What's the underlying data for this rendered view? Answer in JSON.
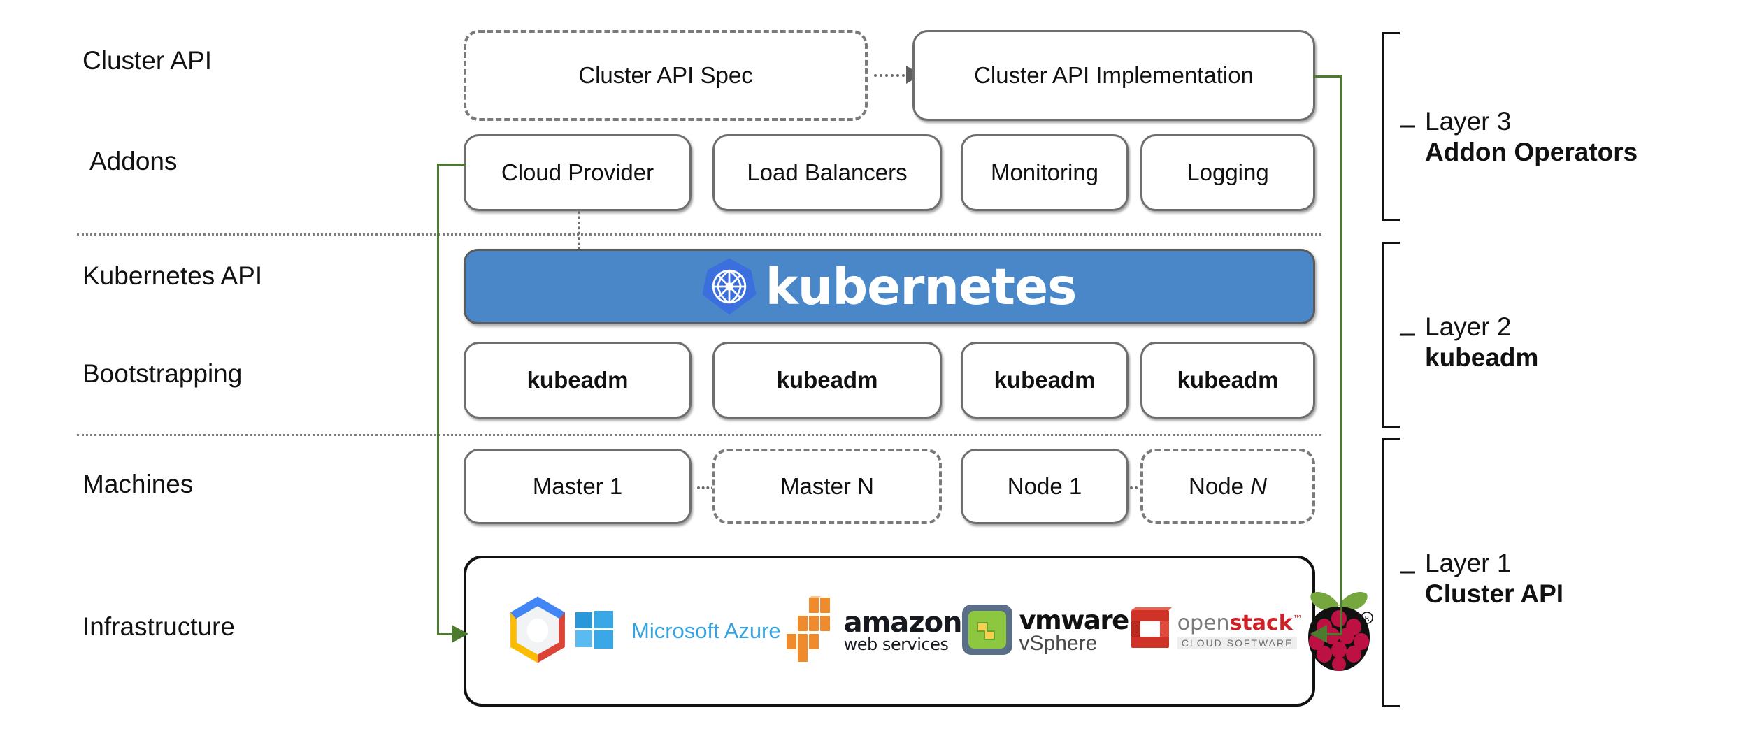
{
  "diagram": {
    "title": "Cluster API layered architecture",
    "colors": {
      "kubernetes_blue": "#4a87c8",
      "kubernetes_logo_blue": "#3b6fdd",
      "arrow_green": "#4c7a2e",
      "box_border_gray": "#6e6e6e",
      "separator_gray": "#7d7d7d"
    }
  },
  "row_labels": [
    {
      "id": "cluster-api",
      "text": "Cluster API"
    },
    {
      "id": "addons",
      "text": "Addons"
    },
    {
      "id": "kubernetes-api",
      "text": "Kubernetes API"
    },
    {
      "id": "bootstrapping",
      "text": "Bootstrapping"
    },
    {
      "id": "machines",
      "text": "Machines"
    },
    {
      "id": "infrastructure",
      "text": "Infrastructure"
    }
  ],
  "cluster_api_row": {
    "spec": {
      "label": "Cluster API Spec",
      "style": "dashed"
    },
    "implementation": {
      "label": "Cluster API Implementation",
      "style": "solid"
    },
    "connector": "dotted-arrow-right"
  },
  "addons_row": {
    "boxes": [
      {
        "label": "Cloud Provider",
        "style": "solid"
      },
      {
        "label": "Load Balancers",
        "style": "solid"
      },
      {
        "label": "Monitoring",
        "style": "solid"
      },
      {
        "label": "Logging",
        "style": "solid"
      }
    ]
  },
  "kubernetes_banner": {
    "wordmark": "kubernetes",
    "icon": "kubernetes-helm-wheel-icon"
  },
  "bootstrapping_row": {
    "boxes": [
      {
        "label": "kubeadm",
        "style": "solid"
      },
      {
        "label": "kubeadm",
        "style": "solid"
      },
      {
        "label": "kubeadm",
        "style": "solid"
      },
      {
        "label": "kubeadm",
        "style": "solid"
      }
    ]
  },
  "machines_row": {
    "boxes": [
      {
        "label": "Master 1",
        "style": "solid",
        "italic_suffix": ""
      },
      {
        "label": "Master N",
        "style": "dashed",
        "italic_suffix": ""
      },
      {
        "label": "Node 1",
        "style": "solid",
        "italic_suffix": ""
      },
      {
        "label": "Node ",
        "style": "dashed",
        "italic_suffix": "N"
      }
    ]
  },
  "infrastructure_row": {
    "providers": [
      {
        "id": "gcp",
        "name": "Google Cloud Platform",
        "icon": "gcp-hexagon-icon",
        "text": ""
      },
      {
        "id": "azure",
        "name": "Microsoft Azure",
        "icon": "windows-squares-icon",
        "text": "Microsoft Azure"
      },
      {
        "id": "aws",
        "name": "Amazon Web Services",
        "icon": "aws-boxes-icon",
        "text": "amazon",
        "subtext": "web services"
      },
      {
        "id": "vmware",
        "name": "VMware vSphere",
        "icon": "vmware-tile-icon",
        "text": "vmware",
        "subtext": "vSphere"
      },
      {
        "id": "openstack",
        "name": "OpenStack",
        "icon": "openstack-cube-icon",
        "text_open": "open",
        "text_stack": "stack",
        "subtext": "CLOUD SOFTWARE"
      },
      {
        "id": "raspberry-pi",
        "name": "Raspberry Pi",
        "icon": "raspberry-pi-icon",
        "text": ""
      }
    ]
  },
  "layers": [
    {
      "id": "layer-3",
      "number": "Layer 3",
      "name": "Addon Operators"
    },
    {
      "id": "layer-2",
      "number": "Layer 2",
      "name": "kubeadm"
    },
    {
      "id": "layer-1",
      "number": "Layer 1",
      "name": "Cluster API"
    }
  ]
}
